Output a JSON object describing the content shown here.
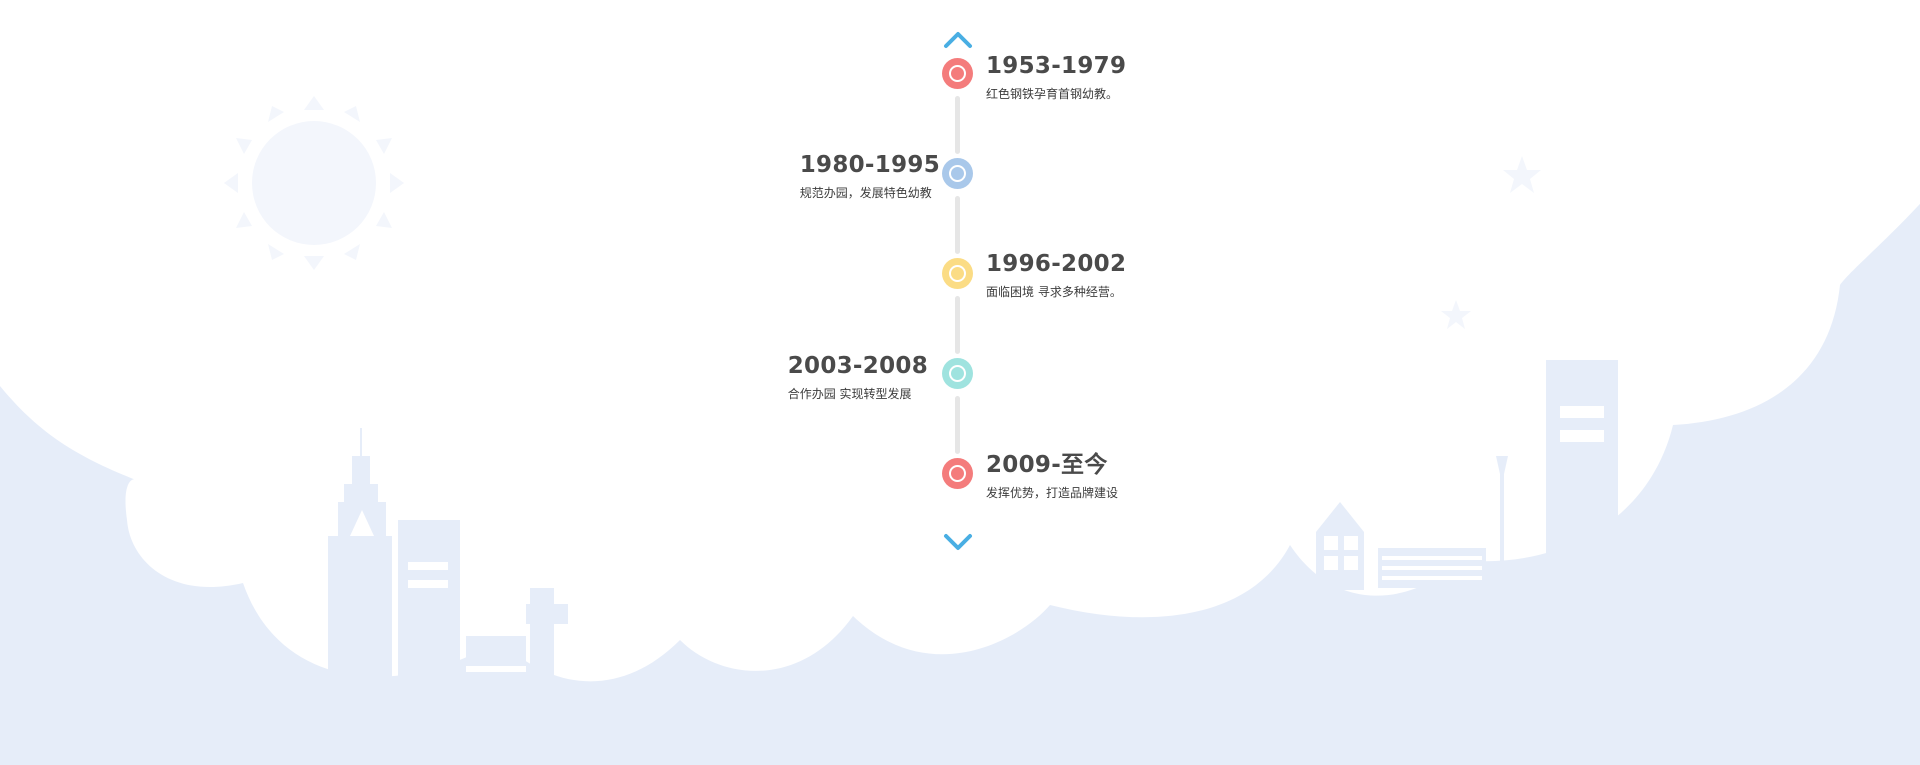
{
  "timeline": {
    "colors": {
      "red": "#f47c7c",
      "blue": "#a9c8ea",
      "yellow": "#fbdc85",
      "teal": "#9fe3df",
      "arrow": "#49aee3",
      "rail": "#e6e6e6",
      "background_shape": "#e6edf9"
    },
    "up_arrow": {
      "icon": "chevron-up-icon"
    },
    "down_arrow": {
      "icon": "chevron-down-icon"
    },
    "items": [
      {
        "period": "1953-1979",
        "desc": "红色钢铁孕育首钢幼教。",
        "side": "right",
        "color": "red"
      },
      {
        "period": "1980-1995",
        "desc": "规范办园，发展特色幼教",
        "side": "left",
        "color": "blue"
      },
      {
        "period": "1996-2002",
        "desc": "面临困境 寻求多种经营。",
        "side": "right",
        "color": "yellow"
      },
      {
        "period": "2003-2008",
        "desc": "合作办园 实现转型发展",
        "side": "left",
        "color": "teal"
      },
      {
        "period": "2009-至今",
        "desc": "发挥优势，打造品牌建设",
        "side": "right",
        "color": "red"
      }
    ]
  }
}
